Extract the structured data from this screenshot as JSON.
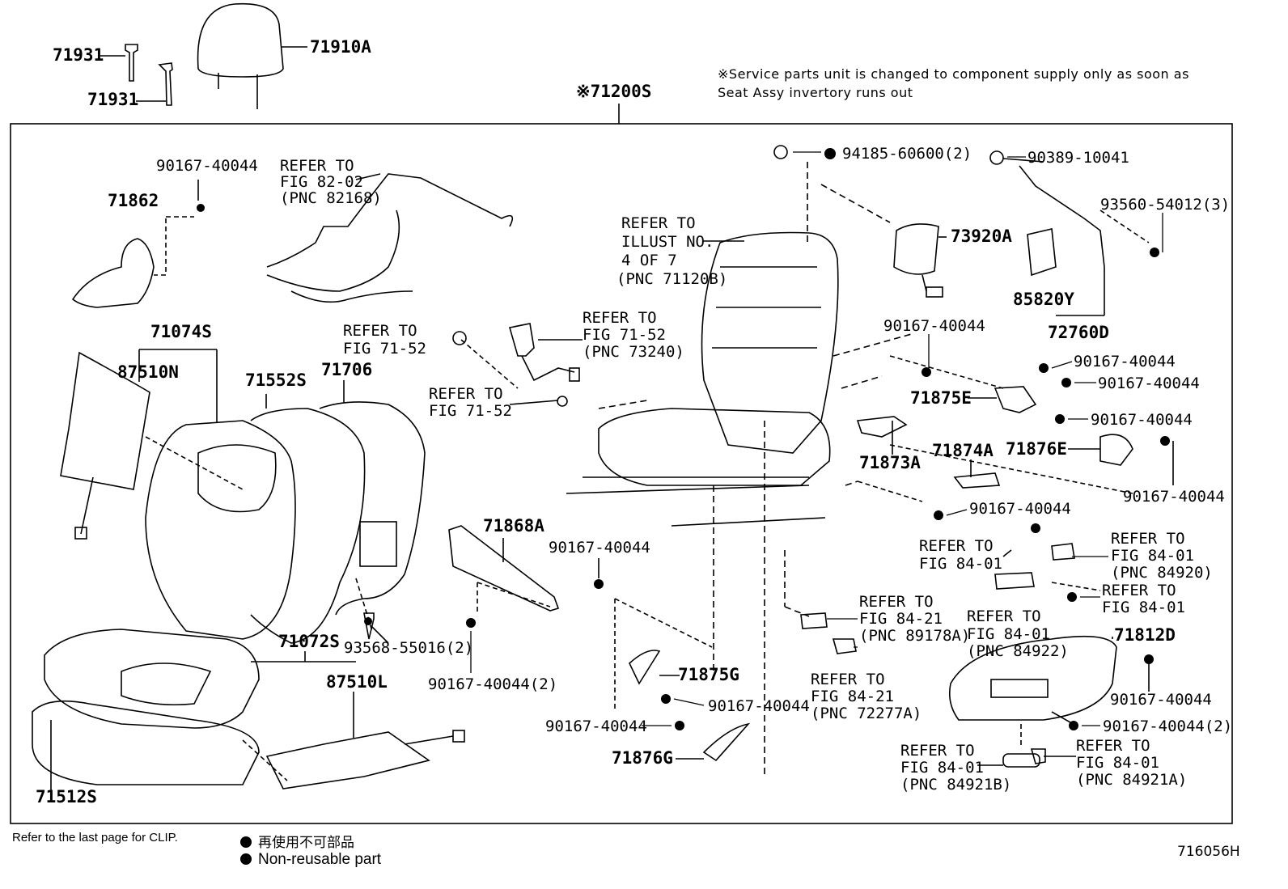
{
  "top_parts": {
    "clip_a": "71931",
    "clip_b": "71931",
    "headrest": "71910A"
  },
  "assembly": {
    "label": "※71200S",
    "note_line1": "※Service parts unit is changed to component supply only as soon as",
    "note_line2": "Seat Assy invertory runs out"
  },
  "labels": {
    "bolt_1": "90167-40044",
    "cover_71862": "71862",
    "wire_ref": [
      "REFER TO",
      "FIG 82-02",
      "(PNC 82168)"
    ],
    "nut_94185": "94185-60600(2)",
    "nut_90389": "90389-10041",
    "bolt_93560": "93560-54012(3)",
    "frame_ref": [
      "REFER TO",
      "ILLUST NO.",
      "4 OF 7",
      "(PNC 71120B)"
    ],
    "airbag": "73920A",
    "sensor": "85820Y",
    "bracket_72760D": "72760D",
    "back_cover_set": "71074S",
    "mat_87510N": "87510N",
    "pad_71552S": "71552S",
    "board_71706": "71706",
    "belt_ref1": [
      "REFER TO",
      "FIG 71-52"
    ],
    "belt_ref2": [
      "REFER TO",
      "FIG 71-52",
      "(PNC 73240)"
    ],
    "belt_ref3": [
      "REFER TO",
      "FIG 71-52"
    ],
    "bolt_right1": "90167-40044",
    "bolt_right2": "90167-40044",
    "bolt_right3": "90167-40044",
    "bolt_right4": "90167-40044",
    "bolt_right5": "90167-40044",
    "p_71875E": "71875E",
    "p_71876E": "71876E",
    "p_71873A": "71873A",
    "p_71874A": "71874A",
    "bolt_right6": "90167-40044",
    "fig8401_a": [
      "REFER TO",
      "FIG 84-01"
    ],
    "fig8401_b": [
      "REFER TO",
      "FIG 84-01",
      "(PNC 84920)"
    ],
    "fig8401_c": [
      "REFER TO",
      "FIG 84-01"
    ],
    "fig8401_d": [
      "REFER TO",
      "FIG 84-01",
      "(PNC 84922)"
    ],
    "p_71868A": "71868A",
    "bolt_mid": "90167-40044",
    "fig8421_a": [
      "REFER TO",
      "FIG 84-21",
      "(PNC 89178A)"
    ],
    "fig8421_b": [
      "REFER TO",
      "FIG 84-21",
      "(PNC 72277A)"
    ],
    "p_71812D": "71812D",
    "bolt_71812": "90167-40044",
    "bolt_71812_2": "90167-40044(2)",
    "screw_93568": "93568-55016(2)",
    "p_71072S": "71072S",
    "mat_87510L": "87510L",
    "bolt_lower2": "90167-40044(2)",
    "p_71875G": "71875G",
    "bolt_71875G": "90167-40044",
    "bolt_71876G": "90167-40044",
    "p_71876G": "71876G",
    "fig8401_e": [
      "REFER TO",
      "FIG 84-01",
      "(PNC 84921B)"
    ],
    "fig8401_f": [
      "REFER TO",
      "FIG 84-01",
      "(PNC 84921A)"
    ],
    "p_71512S": "71512S"
  },
  "footer": {
    "clip_note": "Refer to the last page for CLIP.",
    "legend_jp": "再使用不可部品",
    "legend_en": "Non-reusable part",
    "illustration_id": "716056H"
  }
}
